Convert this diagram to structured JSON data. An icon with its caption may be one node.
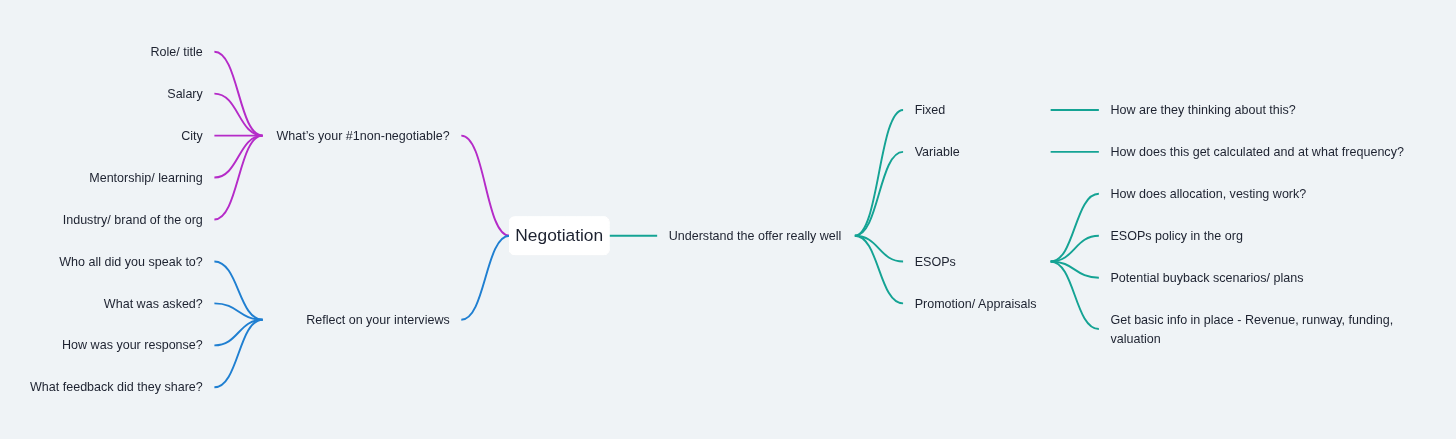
{
  "diagram": {
    "nodes": [
      {
        "text": [
          "Negotiation"
        ]
      },
      {
        "text": [
          "What’s your #1non-negotiable?"
        ]
      },
      {
        "text": [
          "Role/ title"
        ]
      },
      {
        "text": [
          "Salary"
        ]
      },
      {
        "text": [
          "City"
        ]
      },
      {
        "text": [
          "Mentorship/ learning"
        ]
      },
      {
        "text": [
          "Industry/ brand of the org"
        ]
      },
      {
        "text": [
          "Reflect on your interviews"
        ]
      },
      {
        "text": [
          "Who all did you speak to?"
        ]
      },
      {
        "text": [
          "What was asked?"
        ]
      },
      {
        "text": [
          "How was your response?"
        ]
      },
      {
        "text": [
          "What feedback did they share?"
        ]
      },
      {
        "text": [
          "Understand the offer really well"
        ]
      },
      {
        "text": [
          "Fixed"
        ]
      },
      {
        "text": [
          "How are they thinking about this?"
        ]
      },
      {
        "text": [
          "Variable"
        ]
      },
      {
        "text": [
          "How does this get calculated and at what frequency?"
        ]
      },
      {
        "text": [
          "ESOPs"
        ]
      },
      {
        "text": [
          "How does allocation, vesting work?"
        ]
      },
      {
        "text": [
          "ESOPs policy in the org"
        ]
      },
      {
        "text": [
          "Potential buyback scenarios/ plans"
        ]
      },
      {
        "text": [
          "Get basic info in place - Revenue, runway, funding, valuation"
        ]
      },
      {
        "text": [
          "Promotion/ Appraisals"
        ]
      }
    ],
    "edges": [
      {
        "from": 1,
        "to": 0,
        "arrow": "none",
        "color": "#b52bc8"
      },
      {
        "from": 2,
        "to": 1,
        "arrow": "none",
        "color": "#b52bc8"
      },
      {
        "from": 3,
        "to": 1,
        "arrow": "none",
        "color": "#b52bc8"
      },
      {
        "from": 4,
        "to": 1,
        "arrow": "none",
        "color": "#b52bc8"
      },
      {
        "from": 5,
        "to": 1,
        "arrow": "none",
        "color": "#b52bc8"
      },
      {
        "from": 6,
        "to": 1,
        "arrow": "none",
        "color": "#b52bc8"
      },
      {
        "from": 7,
        "to": 0,
        "arrow": "none",
        "color": "#1f7fd1"
      },
      {
        "from": 8,
        "to": 7,
        "arrow": "none",
        "color": "#1f7fd1"
      },
      {
        "from": 9,
        "to": 7,
        "arrow": "none",
        "color": "#1f7fd1"
      },
      {
        "from": 10,
        "to": 7,
        "arrow": "none",
        "color": "#1f7fd1"
      },
      {
        "from": 11,
        "to": 7,
        "arrow": "none",
        "color": "#1f7fd1"
      },
      {
        "from": 0,
        "to": 12,
        "arrow": "none"
      },
      {
        "from": 12,
        "to": 13,
        "arrow": "none"
      },
      {
        "from": 13,
        "to": 14,
        "arrow": "none"
      },
      {
        "from": 12,
        "to": 15,
        "arrow": "none"
      },
      {
        "from": 15,
        "to": 16,
        "arrow": "none"
      },
      {
        "from": 12,
        "to": 17,
        "arrow": "none"
      },
      {
        "from": 17,
        "to": 18,
        "arrow": "none"
      },
      {
        "from": 17,
        "to": 19,
        "arrow": "none"
      },
      {
        "from": 17,
        "to": 20,
        "arrow": "none"
      },
      {
        "from": 17,
        "to": 21,
        "arrow": "none"
      },
      {
        "from": 12,
        "to": 22,
        "arrow": "none"
      }
    ]
  }
}
